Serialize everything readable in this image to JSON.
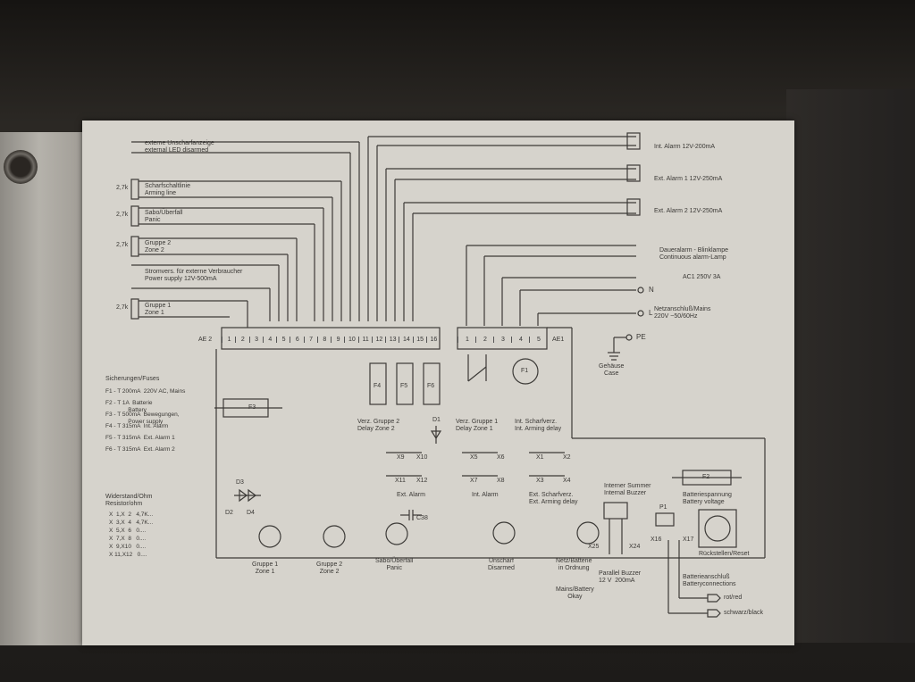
{
  "left_outputs": [
    {
      "line1": "externe Unscharfanzeige",
      "line2": "external LED disarmed",
      "resistor": ""
    },
    {
      "line1": "Scharfschaltlinie",
      "line2": "Arming line",
      "resistor": "2,7k"
    },
    {
      "line1": "Sabo/Überfall",
      "line2": "Panic",
      "resistor": "2,7k"
    },
    {
      "line1": "Gruppe 2",
      "line2": "Zone 2",
      "resistor": "2,7k"
    },
    {
      "line1": "Stromvers. für externe Verbraucher",
      "line2": "Power supply 12V-500mA",
      "resistor": ""
    },
    {
      "line1": "Gruppe 1",
      "line2": "Zone 1",
      "resistor": "2,7k"
    }
  ],
  "right_outputs": {
    "int_alarm": "Int. Alarm 12V-200mA",
    "ext_alarm1": "Ext. Alarm 1 12V-250mA",
    "ext_alarm2": "Ext. Alarm 2 12V-250mA",
    "dauer1": "Daueralarm - Blinklampe",
    "dauer2": "Continuous alarm-Lamp",
    "ac1": "AC1 250V 3A",
    "n": "N",
    "l": "L",
    "pe": "PE",
    "netz1": "Netzanschluß/Mains",
    "netz2": "220V ~50/60Hz",
    "gehause1": "Gehäuse",
    "gehause2": "Case"
  },
  "terminal_block_ae2": {
    "label": "AE 2",
    "numbers": [
      "1",
      "2",
      "3",
      "4",
      "5",
      "6",
      "7",
      "8",
      "9",
      "10",
      "11",
      "12",
      "13",
      "14",
      "15",
      "16"
    ]
  },
  "terminal_block_ae1": {
    "label": "AE1",
    "numbers": [
      "1",
      "2",
      "3",
      "4",
      "5"
    ]
  },
  "fuses_title": "Sicherungen/Fuses",
  "fuses": [
    {
      "id": "F1",
      "rating": "- T 200mA",
      "desc1": "220V AC, Mains",
      "desc2": ""
    },
    {
      "id": "F2",
      "rating": "- T 1A",
      "desc1": "Batterie",
      "desc2": "Battery"
    },
    {
      "id": "F3",
      "rating": "- T 500mA",
      "desc1": "Bewegungen,",
      "desc2": "Power supply"
    },
    {
      "id": "F4",
      "rating": "- T 315mA",
      "desc1": "Int. Alarm",
      "desc2": ""
    },
    {
      "id": "F5",
      "rating": "- T 315mA",
      "desc1": "Ext. Alarm 1",
      "desc2": ""
    },
    {
      "id": "F6",
      "rating": "- T 315mA",
      "desc1": "Ext. Alarm 2",
      "desc2": ""
    }
  ],
  "resistor_table": {
    "title1": "Widerstand/Ohm",
    "title2": "Resistor/ohm",
    "rows": [
      {
        "pins": "X  1,X  2",
        "value": "4,7K..."
      },
      {
        "pins": "X  3,X  4",
        "value": "4,7K..."
      },
      {
        "pins": "X  5,X  6",
        "value": "0...."
      },
      {
        "pins": "X  7,X  8",
        "value": "0...."
      },
      {
        "pins": "X  9,X10",
        "value": "0...."
      },
      {
        "pins": "X 11,X12",
        "value": "0...."
      }
    ]
  },
  "components": {
    "f1": "F1",
    "f2": "F2",
    "f3": "F3",
    "f4": "F4",
    "f5": "F5",
    "f6": "F6",
    "d1": "D1",
    "d2": "D2",
    "d3": "D3",
    "d4": "D4",
    "c38": "C38",
    "p1": "P1",
    "x1": "X1",
    "x2": "X2",
    "x3": "X3",
    "x4": "X4",
    "x5": "X5",
    "x6": "X6",
    "x7": "X7",
    "x8": "X8",
    "x9": "X9",
    "x10": "X10",
    "x11": "X11",
    "x12": "X12",
    "x16": "X16",
    "x17": "X17",
    "x24": "X24",
    "x25": "X25"
  },
  "delays": [
    {
      "line1": "Verz. Gruppe 2",
      "line2": "Delay Zone 2"
    },
    {
      "line1": "Verz. Gruppe 1",
      "line2": "Delay Zone 1"
    },
    {
      "line1": "Int. Scharfverz.",
      "line2": "Int. Arming delay"
    }
  ],
  "jumper_labels": {
    "ext_alarm": "Ext. Alarm",
    "int_alarm": "Int. Alarm",
    "ext_arm1": "Ext. Scharfverz.",
    "ext_arm2": "Ext. Arming delay"
  },
  "buzzer": {
    "line1": "Interner Summer",
    "line2": "Internal Buzzer",
    "par1": "Parallel Buzzer",
    "par2": "12 V  200mA"
  },
  "battery_voltage": {
    "line1": "Batteriespannung",
    "line2": "Battery voltage"
  },
  "reset": "Rückstellen/Reset",
  "battery_conn": {
    "line1": "Batterieanschluß",
    "line2": "Batteryconnections",
    "red": "rot/red",
    "black": "schwarz/black"
  },
  "leds": [
    {
      "line1": "Gruppe 1",
      "line2": "Zone 1"
    },
    {
      "line1": "Gruppe 2",
      "line2": "Zone 2"
    },
    {
      "line1": "Sabo/Überfall",
      "line2": "Panic"
    },
    {
      "line1": "Unscharf",
      "line2": "Disarmed"
    },
    {
      "line1": "Netz/Batterie",
      "line2": "in Ordnung"
    }
  ],
  "mains_ok": {
    "line1": "Mains/Battery",
    "line2": "Okay"
  }
}
